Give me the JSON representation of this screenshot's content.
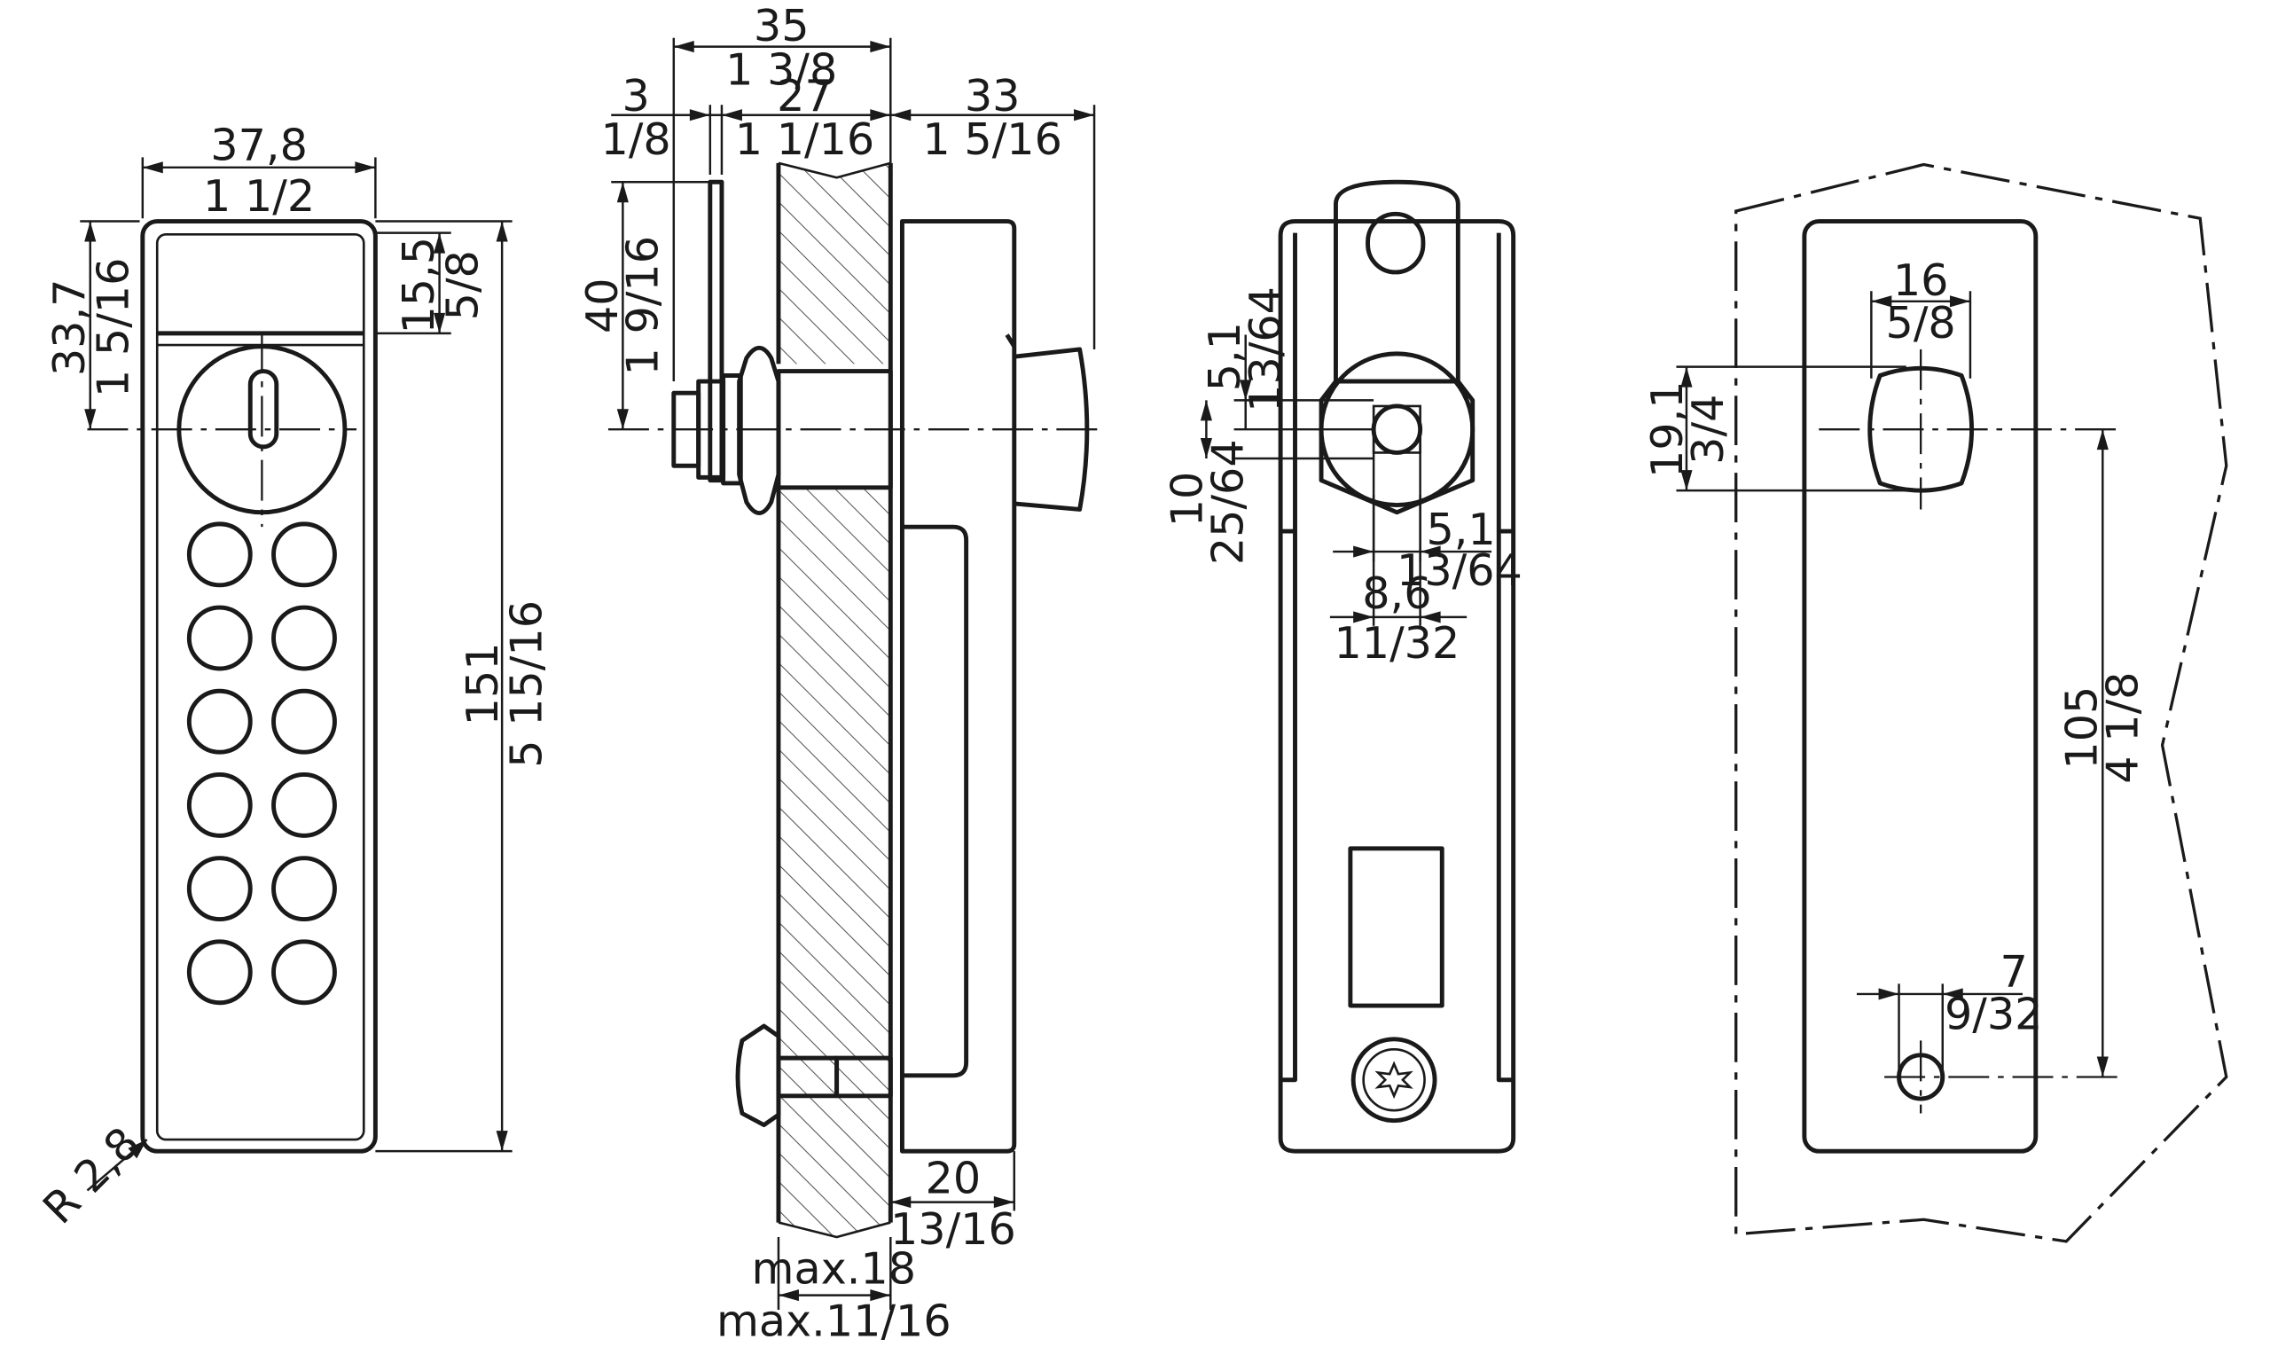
{
  "views": {
    "front": {
      "width_mm": "37,8",
      "width_in": "1 1/2",
      "top_to_cyl_mm": "33,7",
      "top_to_cyl_in": "1 5/16",
      "window_mm": "15,5",
      "window_in": "5/8",
      "height_mm": "151",
      "height_in": "5 15/16",
      "radius": "R 2,8",
      "keypad_rows": 6,
      "keypad_cols": 2
    },
    "side": {
      "total_mm": "35",
      "total_in": "1 3/8",
      "plate_mm": "3",
      "plate_in": "1/8",
      "spacer_mm": "27",
      "spacer_in": "1 1/16",
      "depth_mm": "33",
      "depth_in": "1 5/16",
      "cam_mm": "40",
      "cam_in": "1 9/16",
      "foot_mm": "20",
      "foot_in": "13/16",
      "door_max_mm": "max.18",
      "door_max_in": "max.11/16"
    },
    "rear": {
      "a_mm": "5,1",
      "a_in": "13/64",
      "b_mm": "10",
      "b_in": "25/64",
      "c_mm": "5,1",
      "c_in": "13/64",
      "d_mm": "8,6",
      "d_in": "11/32"
    },
    "cutout": {
      "hole_w_mm": "16",
      "hole_w_in": "5/8",
      "hole_h_mm": "19,1",
      "hole_h_in": "3/4",
      "pitch_mm": "105",
      "pitch_in": "4 1/8",
      "small_mm": "7",
      "small_in": "9/32"
    }
  }
}
